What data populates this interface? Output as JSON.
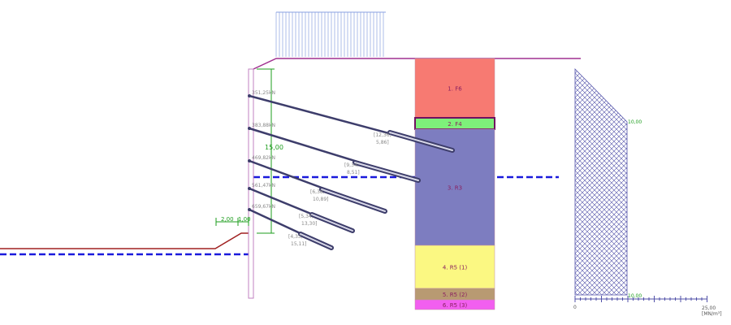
{
  "anchors": [
    {
      "force": "351,25kN",
      "root": [
        "[12,36;",
        "5,86]"
      ]
    },
    {
      "force": "383,88kN",
      "root": [
        "[9,34;",
        "8,51]"
      ]
    },
    {
      "force": "469,82kN",
      "root": [
        "[6,38;",
        "10,89]"
      ]
    },
    {
      "force": "561,47kN",
      "root": [
        "[5,34;",
        "13,30]"
      ]
    },
    {
      "force": "659,67kN",
      "root": [
        "[4,33;",
        "15,11]"
      ]
    }
  ],
  "dimensions": {
    "depth": "15,00",
    "berm_width": "2,00",
    "berm_offset": "1,00"
  },
  "layers": [
    {
      "label": "1. F6",
      "color": "#f77a72"
    },
    {
      "label": "2. F4",
      "color": "#7ef07a"
    },
    {
      "label": "3. R3",
      "color": "#7d7dc0"
    },
    {
      "label": "4. R5 (1)",
      "color": "#fbf882"
    },
    {
      "label": "5. R5 (2)",
      "color": "#b89a72"
    },
    {
      "label": "6. R5 (3)",
      "color": "#f25ff0"
    }
  ],
  "modulus_plot": {
    "origin": "0",
    "max": "25,00",
    "unit": "[MN/m³]",
    "value_top": "10,00",
    "value_bottom": "10,00"
  },
  "colors": {
    "water": "#1a1adc",
    "anchor": "#3d3d6b",
    "dimension": "#1e9e1e",
    "wall": "#c080c0"
  }
}
